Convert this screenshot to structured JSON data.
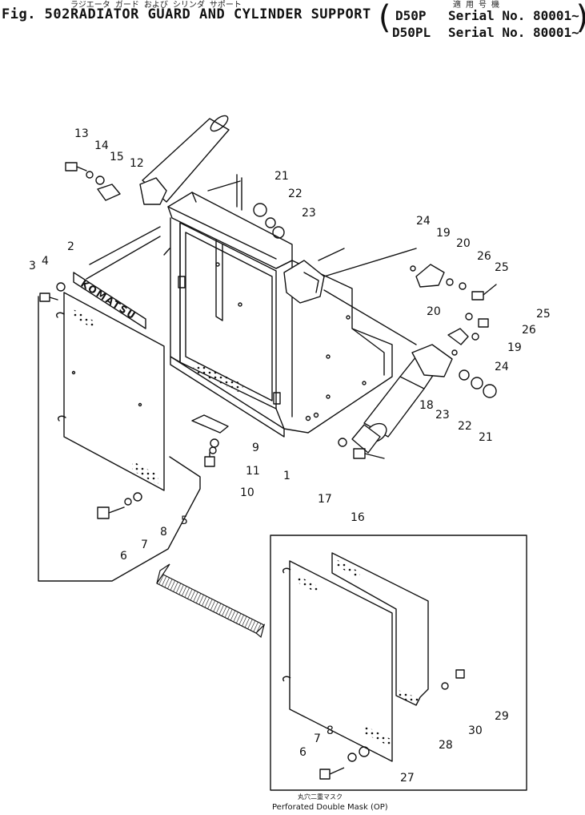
{
  "header": {
    "jp_title": "ラジエータ ガード および シリンダ サポート",
    "fig_label": "Fig. 502",
    "title": "RADIATOR GUARD AND CYLINDER SUPPORT",
    "applicability_jp": "適 用 号 機",
    "applicability": [
      {
        "model": "D50P",
        "serial": "Serial No. 80001~"
      },
      {
        "model": "D50PL",
        "serial": "Serial No. 80001~"
      }
    ]
  },
  "logo_text": "KOMATSU",
  "callouts": [
    "13",
    "14",
    "15",
    "12",
    "21",
    "22",
    "23",
    "24",
    "19",
    "20",
    "26",
    "25",
    "2",
    "3",
    "4",
    "20",
    "25",
    "26",
    "19",
    "24",
    "23",
    "22",
    "21",
    "18",
    "1",
    "9",
    "11",
    "10",
    "17",
    "16",
    "5",
    "8",
    "7",
    "6",
    "29",
    "30",
    "28",
    "8",
    "7",
    "6",
    "27"
  ],
  "inset_caption": {
    "jp": "丸穴二重マスク",
    "en": "Perforated Double Mask  (OP)"
  }
}
